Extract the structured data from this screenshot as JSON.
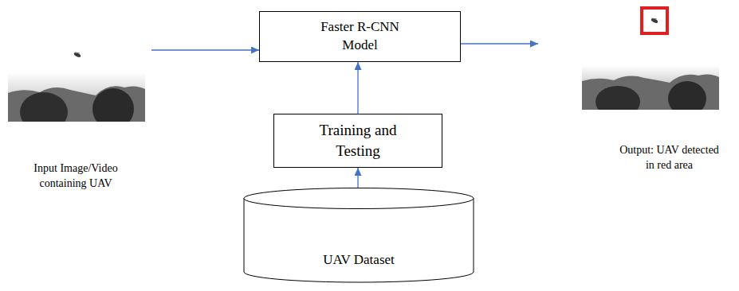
{
  "diagram": {
    "nodes": [
      {
        "text": [
          "Input Image/Video containing UAV"
        ]
      },
      {
        "text": [
          "Faster R-CNN Model"
        ]
      },
      {
        "text": [
          "Training and Testing"
        ]
      },
      {
        "text": [
          "UAV Dataset"
        ]
      },
      {
        "text": [
          "Output: UAV detected in red area"
        ]
      }
    ],
    "edges": [
      {
        "from": 0,
        "to": 1,
        "arrow": "to"
      },
      {
        "from": 3,
        "to": 2,
        "arrow": "to"
      },
      {
        "from": 2,
        "to": 1,
        "arrow": "to"
      },
      {
        "from": 1,
        "to": 4,
        "arrow": "to"
      }
    ]
  }
}
